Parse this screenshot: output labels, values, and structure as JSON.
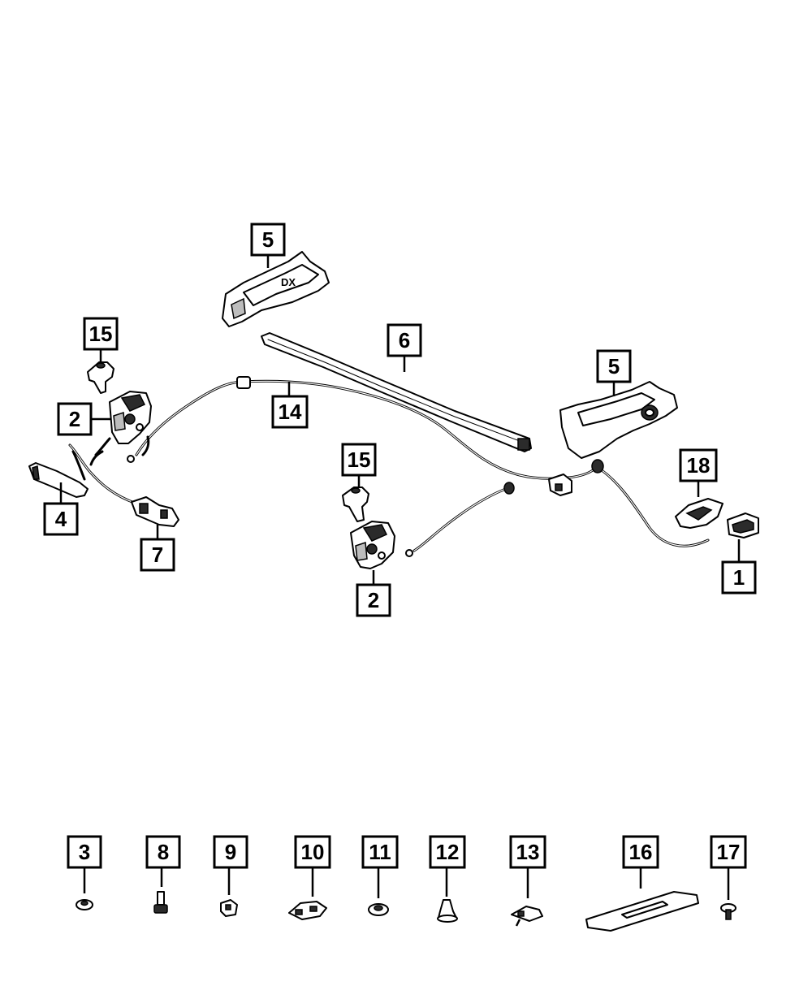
{
  "callouts": {
    "c1": "1",
    "c2a": "2",
    "c2b": "2",
    "c3": "3",
    "c4": "4",
    "c5a": "5",
    "c5b": "5",
    "c6": "6",
    "c7": "7",
    "c8": "8",
    "c9": "9",
    "c10": "10",
    "c11": "11",
    "c12": "12",
    "c13": "13",
    "c14": "14",
    "c15a": "15",
    "c15b": "15",
    "c16": "16",
    "c17": "17",
    "c18": "18"
  },
  "part_stamps": {
    "shield_marking": "DX"
  }
}
